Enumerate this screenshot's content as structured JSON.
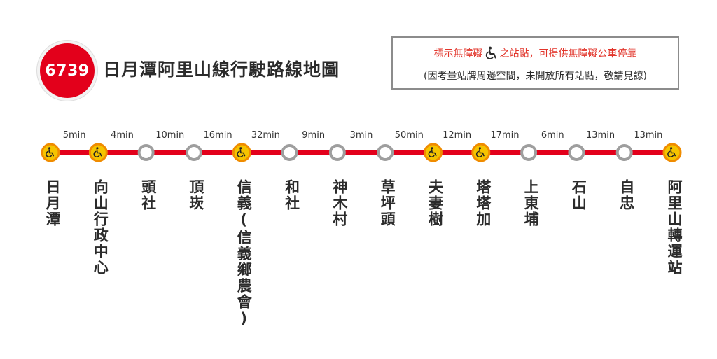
{
  "header": {
    "route_number": "6739",
    "title": "日月潭阿里山線行駛路線地圖"
  },
  "notice": {
    "line1_prefix": "標示無障礙",
    "line1_suffix": "之站點，可提供無障礙公車停靠",
    "line2": "(因考量站牌周邊空間，未開放所有站點，敬請見諒)"
  },
  "colors": {
    "route_line": "#e3001b",
    "accessible_stop_fill": "#f5c400",
    "accessible_stop_ring": "#f08c00",
    "regular_stop_ring": "#9e9e9e",
    "notice_text": "#e2352b"
  },
  "stations": [
    {
      "name": "日月潭",
      "accessible": true
    },
    {
      "name": "向山行政中心",
      "accessible": true
    },
    {
      "name": "頭社",
      "accessible": false
    },
    {
      "name": "頂崁",
      "accessible": false
    },
    {
      "name": "信義(信義鄉農會)",
      "accessible": true
    },
    {
      "name": "和社",
      "accessible": false
    },
    {
      "name": "神木村",
      "accessible": false
    },
    {
      "name": "草坪頭",
      "accessible": false
    },
    {
      "name": "夫妻樹",
      "accessible": true
    },
    {
      "name": "塔塔加",
      "accessible": true
    },
    {
      "name": "上東埔",
      "accessible": false
    },
    {
      "name": "石山",
      "accessible": false
    },
    {
      "name": "自忠",
      "accessible": false
    },
    {
      "name": "阿里山轉運站",
      "accessible": true
    }
  ],
  "segment_times": [
    "5min",
    "4min",
    "10min",
    "16min",
    "32min",
    "9min",
    "3min",
    "50min",
    "12min",
    "17min",
    "6min",
    "13min",
    "13min"
  ]
}
